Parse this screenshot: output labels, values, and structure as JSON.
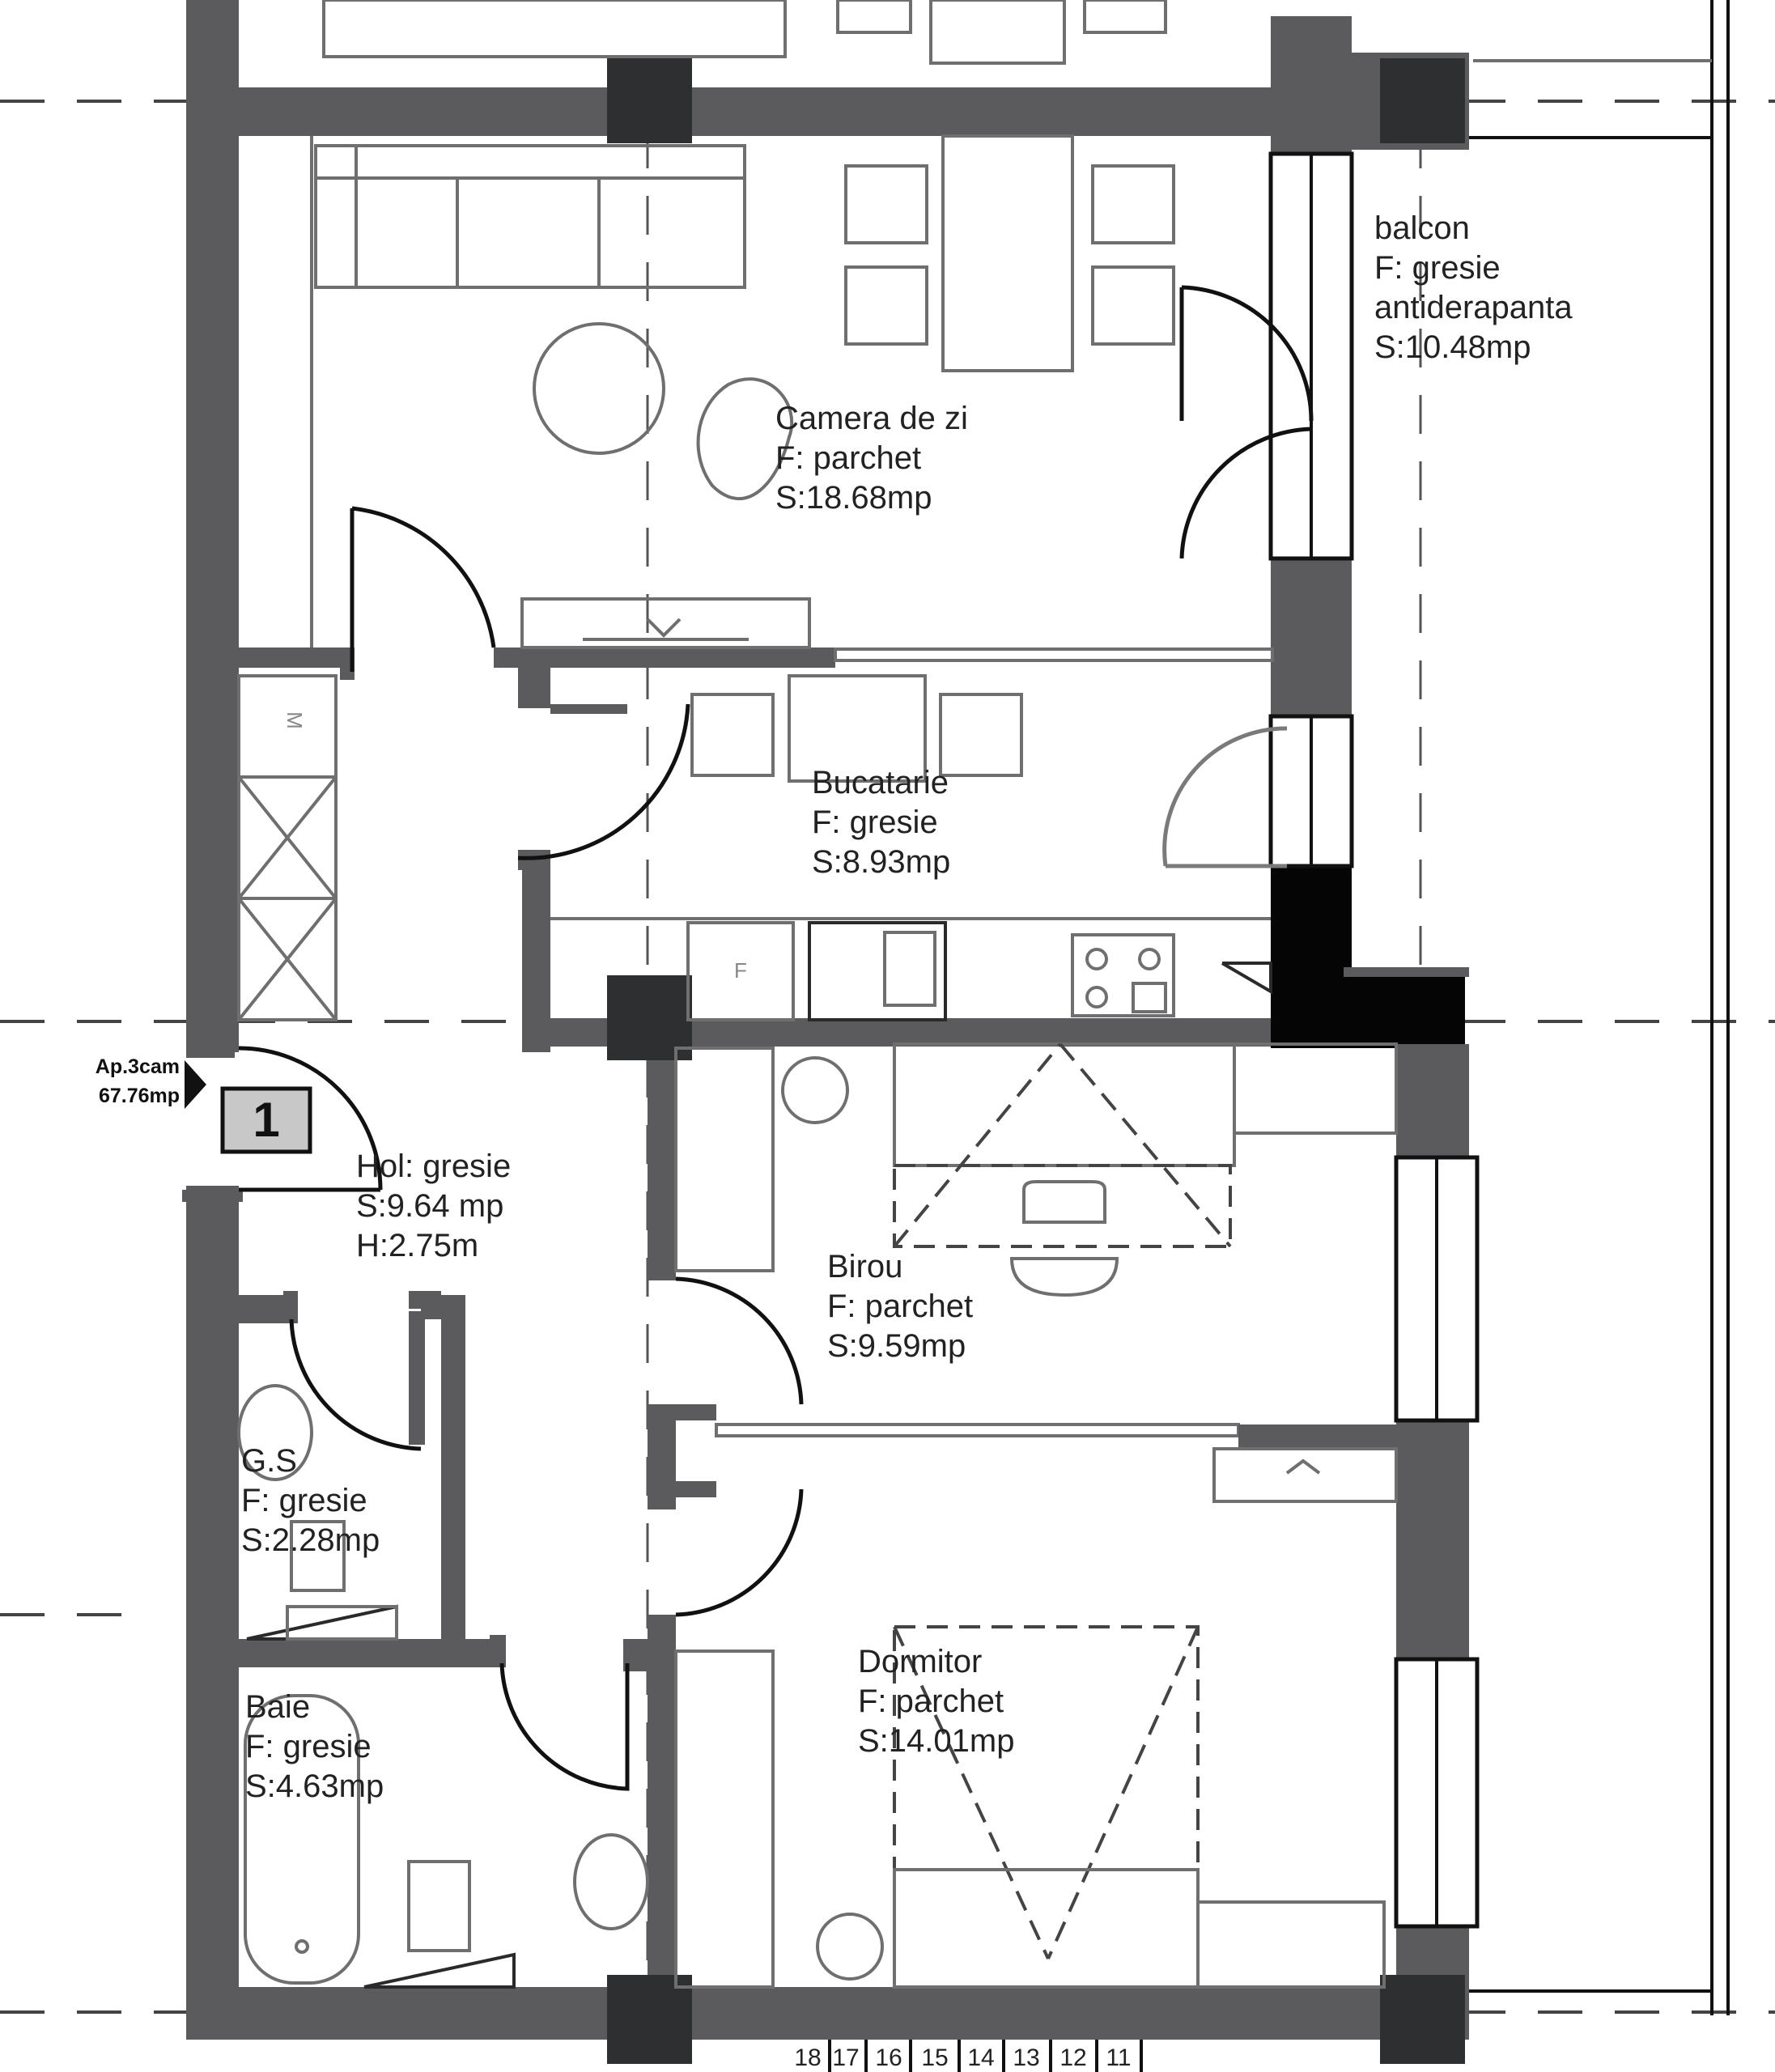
{
  "apartment": {
    "code": "Ap.3cam",
    "area": "67.76mp",
    "number": "1"
  },
  "rooms": [
    {
      "id": "camera-de-zi",
      "name": "Camera de zi",
      "floor": "F: parchet",
      "area": "S:18.68mp"
    },
    {
      "id": "balcon",
      "name": "balcon",
      "floor": "F: gresie",
      "floor2": "antiderapanta",
      "area": "S:10.48mp"
    },
    {
      "id": "bucatarie",
      "name": "Bucatarie",
      "floor": "F: gresie",
      "area": "S:8.93mp"
    },
    {
      "id": "hol",
      "name": "Hol: gresie",
      "floor": "S:9.64 mp",
      "area": "H:2.75m"
    },
    {
      "id": "birou",
      "name": "Birou",
      "floor": "F: parchet",
      "area": "S:9.59mp"
    },
    {
      "id": "gs",
      "name": "G.S",
      "floor": "F: gresie",
      "area": "S:2.28mp"
    },
    {
      "id": "dormitor",
      "name": "Dormitor",
      "floor": "F: parchet",
      "area": "S:14.01mp"
    },
    {
      "id": "baie",
      "name": "Baie",
      "floor": "F: gresie",
      "area": "S:4.63mp"
    }
  ],
  "appliances": {
    "wardrobe_mark": "M",
    "fridge_mark": "F"
  },
  "stair_numbers": [
    "18",
    "17",
    "16",
    "15",
    "14",
    "13",
    "12",
    "11"
  ]
}
